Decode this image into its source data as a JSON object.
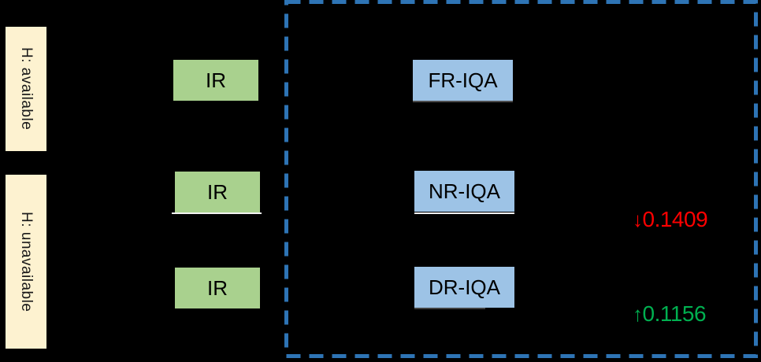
{
  "side_labels": {
    "available": "H: available",
    "unavailable": "H: unavailable"
  },
  "rows": [
    {
      "ir": "IR",
      "iqa": "FR-IQA"
    },
    {
      "ir": "IR",
      "iqa": "NR-IQA",
      "metric_arrow": "↓",
      "metric_value": "0.1409"
    },
    {
      "ir": "IR",
      "iqa": "DR-IQA",
      "metric_arrow": "↑",
      "metric_value": "0.1156"
    }
  ],
  "colors": {
    "background": "#000000",
    "side_label_bg": "#fdf2d0",
    "ir_box_bg": "#a9d18e",
    "iqa_box_bg": "#9dc3e6",
    "dashed_border": "#2e74b5",
    "box_text": "#000000",
    "decrease_text": "#ff0000",
    "increase_text": "#00b050"
  }
}
